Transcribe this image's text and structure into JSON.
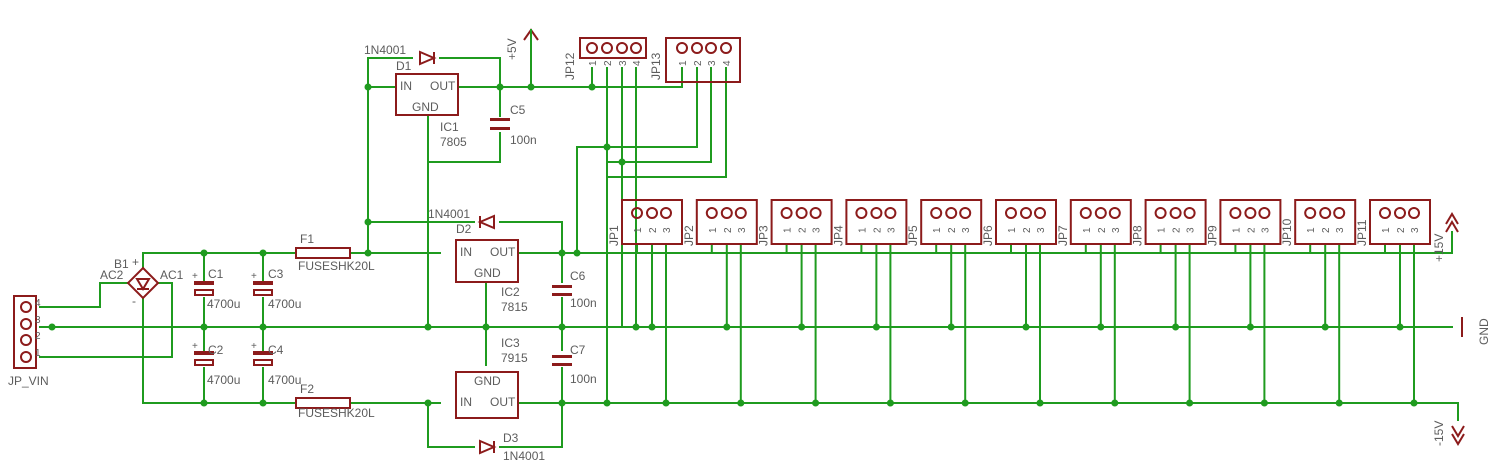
{
  "components": {
    "jp_vin": {
      "name": "JP_VIN",
      "pins": [
        "4",
        "3",
        "2",
        "1"
      ]
    },
    "b1": {
      "name": "B1",
      "ac1": "AC1",
      "ac2": "AC2",
      "plus": "+",
      "minus": "-"
    },
    "c1": {
      "name": "C1",
      "value": "4700u"
    },
    "c2": {
      "name": "C2",
      "value": "4700u"
    },
    "c3": {
      "name": "C3",
      "value": "4700u"
    },
    "c4": {
      "name": "C4",
      "value": "4700u"
    },
    "c5": {
      "name": "C5",
      "value": "100n"
    },
    "c6": {
      "name": "C6",
      "value": "100n"
    },
    "c7": {
      "name": "C7",
      "value": "100n"
    },
    "f1": {
      "name": "F1",
      "value": "FUSESHK20L"
    },
    "f2": {
      "name": "F2",
      "value": "FUSESHK20L"
    },
    "d1": {
      "name": "D1",
      "value": "1N4001"
    },
    "d2": {
      "name": "D2",
      "value": "1N4001"
    },
    "d3": {
      "name": "D3",
      "value": "1N4001"
    },
    "ic1": {
      "name": "IC1",
      "value": "7805",
      "in": "IN",
      "out": "OUT",
      "gnd": "GND"
    },
    "ic2": {
      "name": "IC2",
      "value": "7815",
      "in": "IN",
      "out": "OUT",
      "gnd": "GND"
    },
    "ic3": {
      "name": "IC3",
      "value": "7915",
      "in": "IN",
      "out": "OUT",
      "gnd": "GND"
    },
    "jp12": {
      "name": "JP12",
      "pins": [
        "1",
        "2",
        "3",
        "4"
      ]
    },
    "jp13": {
      "name": "JP13",
      "pins": [
        "1",
        "2",
        "3",
        "4"
      ]
    },
    "headers3": [
      "JP1",
      "JP2",
      "JP3",
      "JP4",
      "JP5",
      "JP6",
      "JP7",
      "JP8",
      "JP9",
      "JP10",
      "JP11"
    ],
    "header3_pins": [
      "1",
      "2",
      "3"
    ]
  },
  "supplies": {
    "p5": "+5V",
    "p15": "+15V",
    "gnd": "GND",
    "m15": "-15V"
  }
}
